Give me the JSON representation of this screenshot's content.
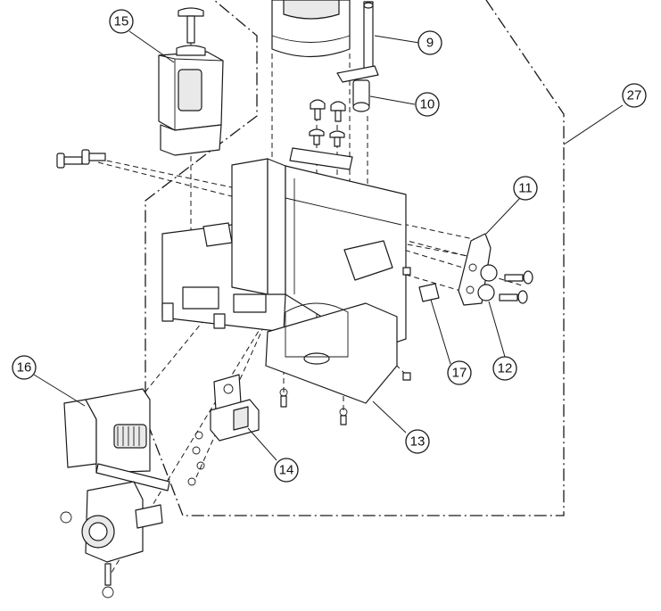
{
  "callouts": [
    {
      "id": "9",
      "label": "9"
    },
    {
      "id": "10",
      "label": "10"
    },
    {
      "id": "11",
      "label": "11"
    },
    {
      "id": "12",
      "label": "12"
    },
    {
      "id": "13",
      "label": "13"
    },
    {
      "id": "14",
      "label": "14"
    },
    {
      "id": "15",
      "label": "15"
    },
    {
      "id": "16",
      "label": "16"
    },
    {
      "id": "17",
      "label": "17"
    },
    {
      "id": "27",
      "label": "27"
    }
  ],
  "colors": {
    "line": "#1a1a1a",
    "background": "#ffffff",
    "shading": "#e9e9e9"
  }
}
